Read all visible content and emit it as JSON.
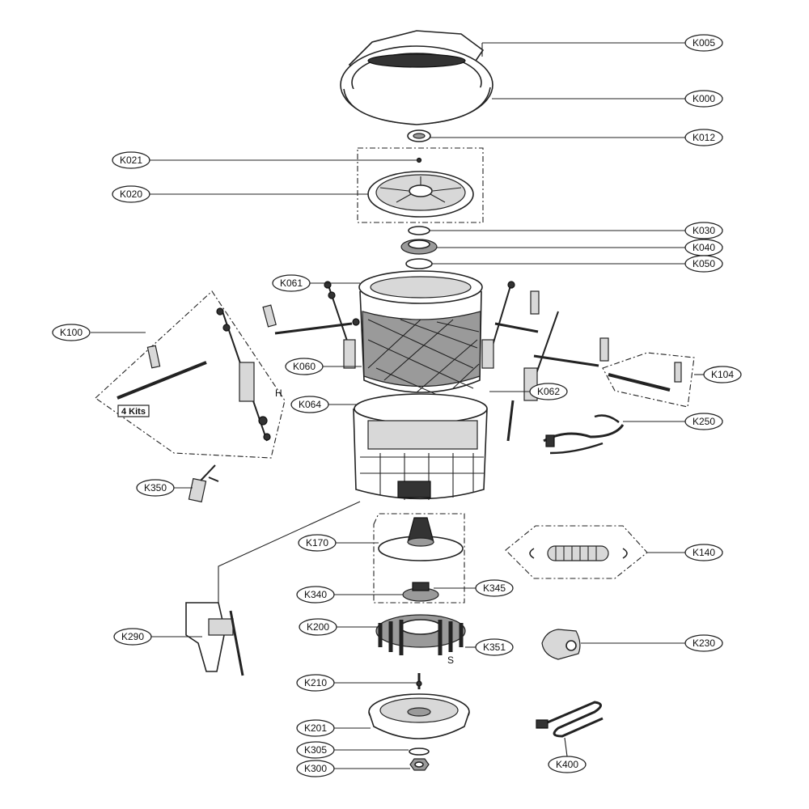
{
  "diagram": {
    "labels": {
      "k005": "K005",
      "k000": "K000",
      "k012": "K012",
      "k021": "K021",
      "k020": "K020",
      "k030": "K030",
      "k040": "K040",
      "k050": "K050",
      "k061": "K061",
      "k100": "K100",
      "k060": "K060",
      "k104": "K104",
      "k062": "K062",
      "k064": "K064",
      "k250": "K250",
      "k350": "K350",
      "k170": "K170",
      "k140": "K140",
      "k340": "K340",
      "k345": "K345",
      "k200": "K200",
      "k290": "K290",
      "k351": "K351",
      "k230": "K230",
      "k210": "K210",
      "k201": "K201",
      "k305": "K305",
      "k300": "K300",
      "k400": "K400"
    },
    "notes": {
      "kits": "4 Kits",
      "h_mark": "H",
      "s_mark": "S"
    }
  }
}
